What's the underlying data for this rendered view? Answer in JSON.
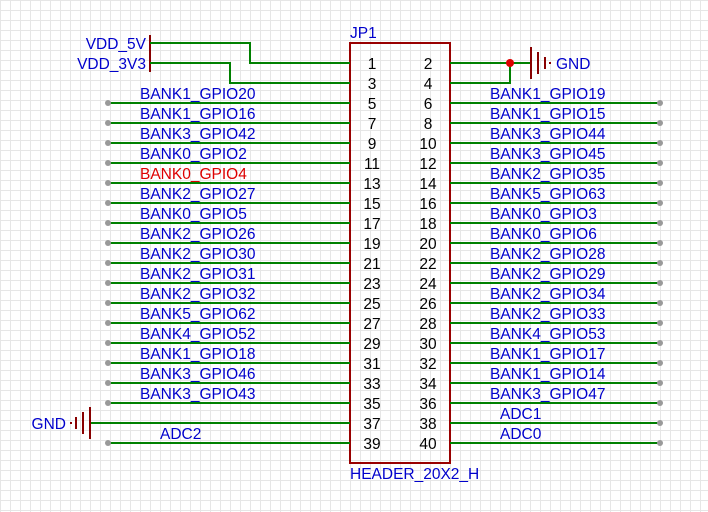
{
  "component": {
    "designator": "JP1",
    "part_name": "HEADER_20X2_H"
  },
  "power": {
    "vdd5": "VDD_5V",
    "vdd3": "VDD_3V3",
    "gnd_top": "GND",
    "gnd_bottom": "GND"
  },
  "pins": {
    "left": [
      "1",
      "3",
      "5",
      "7",
      "9",
      "11",
      "13",
      "15",
      "17",
      "19",
      "21",
      "23",
      "25",
      "27",
      "29",
      "31",
      "33",
      "35",
      "37",
      "39"
    ],
    "right": [
      "2",
      "4",
      "6",
      "8",
      "10",
      "12",
      "14",
      "16",
      "18",
      "20",
      "22",
      "24",
      "26",
      "28",
      "30",
      "32",
      "34",
      "36",
      "38",
      "40"
    ]
  },
  "nets": {
    "left": [
      "",
      "",
      "BANK1_GPIO20",
      "BANK1_GPIO16",
      "BANK3_GPIO42",
      "BANK0_GPIO2",
      "BANK0_GPIO4",
      "BANK2_GPIO27",
      "BANK0_GPIO5",
      "BANK2_GPIO26",
      "BANK2_GPIO30",
      "BANK2_GPIO31",
      "BANK2_GPIO32",
      "BANK5_GPIO62",
      "BANK4_GPIO52",
      "BANK1_GPIO18",
      "BANK3_GPIO46",
      "BANK3_GPIO43",
      "",
      "ADC2"
    ],
    "right": [
      "",
      "",
      "BANK1_GPIO19",
      "BANK1_GPIO15",
      "BANK3_GPIO44",
      "BANK3_GPIO45",
      "BANK2_GPIO35",
      "BANK5_GPIO63",
      "BANK0_GPIO3",
      "BANK0_GPIO6",
      "BANK2_GPIO28",
      "BANK2_GPIO29",
      "BANK2_GPIO34",
      "BANK2_GPIO33",
      "BANK4_GPIO53",
      "BANK1_GPIO17",
      "BANK1_GPIO14",
      "BANK3_GPIO47",
      "ADC1",
      "ADC0"
    ],
    "highlighted": "BANK0_GPIO4"
  },
  "colors": {
    "wire": "#008000",
    "net_label": "#0000cc",
    "highlight": "#dd0000",
    "power": "#880000",
    "component": "#990000",
    "junction": "#dd0000",
    "endpoint": "#999999"
  }
}
